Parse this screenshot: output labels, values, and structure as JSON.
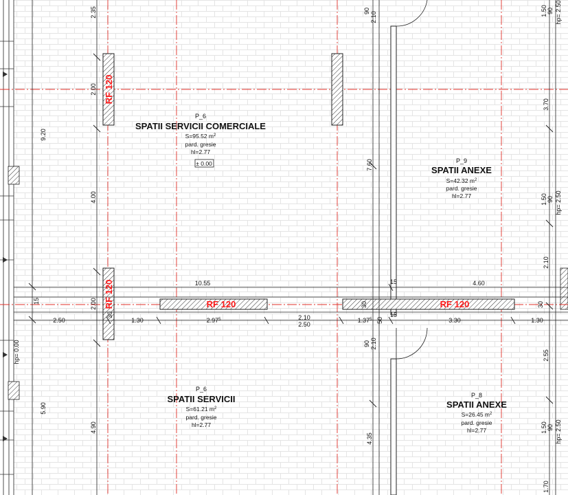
{
  "rooms": {
    "upper_left": {
      "code": "P_6",
      "name": "SPATII SERVICII COMERCIALE",
      "area": "S=95.52 m",
      "sup": "2",
      "floor": "pard. gresie",
      "height": "hl=2.77",
      "level": "± 0.00"
    },
    "upper_right": {
      "code": "P_9",
      "name": "SPATII ANEXE",
      "area": "S=42.32 m",
      "sup": "2",
      "floor": "pard. gresie",
      "height": "hl=2.77"
    },
    "lower_left": {
      "code": "P_6",
      "name": "SPATII SERVICII",
      "area": "S=61.21 m",
      "sup": "2",
      "floor": "pard. gresie",
      "height": "hl=2.77"
    },
    "lower_right": {
      "code": "P_8",
      "name": "SPATII ANEXE",
      "area": "S=26.45 m",
      "sup": "2",
      "floor": "pard. gresie",
      "height": "hl=2.77"
    }
  },
  "fire_labels": {
    "rf1": "RF 120",
    "rf2": "RF 120",
    "rf3": "RF 120",
    "rf4": "RF 120"
  },
  "dims": {
    "h_top_1055": "10.55",
    "h_top_460": "4.60",
    "h_top_15": "15",
    "h_top_15b": "15",
    "h_bot_250": "2.50",
    "h_bot_130": "1.30",
    "h_bot_297": "2.97",
    "h_bot_297_sup": "5",
    "h_bot_210": "2.10",
    "h_bot_250b": "2.50",
    "h_bot_137": "1.37",
    "h_bot_137_sup": "5",
    "h_bot_50": "50",
    "h_bot_15": "15",
    "h_bot_330": "3.30",
    "h_bot_130b": "1.30",
    "v_235": "2.35",
    "v_200a": "2.00",
    "v_920": "9.20",
    "v_400": "4.00",
    "v_200b": "2.00",
    "v_30": "30",
    "v_590": "5.90",
    "v_490": "4.90",
    "v_hp000": "hp= 0.00",
    "v_90_top": "90",
    "v_210_top": "2.10",
    "v_760": "7.60",
    "v_30b": "30",
    "v_90_bot": "90",
    "v_210_bot": "2.10",
    "v_435": "4.35",
    "r_150_top": "1.50",
    "r_90_top": "90",
    "r_hp250_top": "hp= 2.50",
    "r_370": "3.70",
    "r_150_mid": "1.50",
    "r_90_mid": "90",
    "r_hp250_mid": "hp= 2.50",
    "r_210": "2.10",
    "r_30": "30",
    "r_255": "2.55",
    "r_150_bot": "1.50",
    "r_90_bot": "90",
    "r_hp250_bot": "hp= 2.50",
    "r_170": "1.70"
  },
  "colors": {
    "axis": "#e0302a",
    "fire_label": "#ff1a1a",
    "tile": "#e4e4e4",
    "ink": "#222222"
  }
}
